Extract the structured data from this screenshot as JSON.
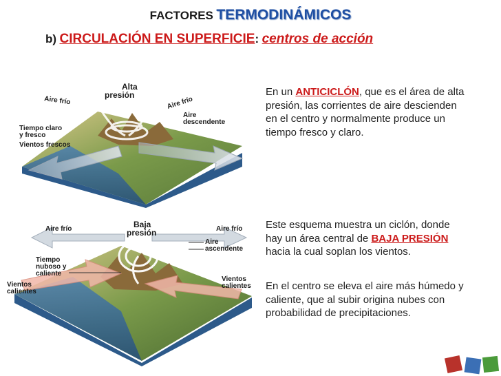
{
  "title": {
    "line1_prefix": "FACTORES",
    "line1_highlight": "TERMODINÁMICOS",
    "line2_prefix": "b)",
    "line2_main": "CIRCULACIÓN EN SUPERFICIE",
    "line2_colon": ":",
    "line2_sub": "centros de acción"
  },
  "anticyclone_text": {
    "pre": "En un ",
    "highlight": "ANTICICLÓN",
    "post": ", que es el área de alta presión, las corrientes de aire descienden en el centro y normalmente produce un tiempo fresco y claro."
  },
  "cyclone_text": {
    "pre": "Este esquema muestra un ciclón, donde hay un área central de ",
    "highlight": "BAJA PRESIÓN ",
    "post": "hacia la cual soplan los vientos."
  },
  "center_text": "En el centro se eleva el aire más húmedo y caliente, que al subir origina nubes con probabilidad de precipitaciones.",
  "diagram_top": {
    "aire_frio_left": "Aire frío",
    "alta_1": "Alta",
    "alta_2": "presión",
    "aire_frio_right": "Aire frío",
    "descend_1": "Aire",
    "descend_2": "descendente",
    "tiempo_1": "Tiempo claro",
    "tiempo_2": "y fresco",
    "vientos": "Vientos frescos"
  },
  "diagram_bottom": {
    "aire_frio_left": "Aire frío",
    "baja_1": "Baja",
    "baja_2": "presión",
    "aire_frio_right": "Aire frío",
    "asc_1": "Aire",
    "asc_2": "ascendente",
    "tiempo_1": "Tiempo",
    "tiempo_2": "nuboso y",
    "tiempo_3": "caliente",
    "vientos_l1": "Vientos",
    "vientos_l2": "calientes",
    "vientos_r1": "Vientos",
    "vientos_r2": "calientes"
  },
  "colors": {
    "title_blue": "#1f4fa3",
    "title_red": "#cc1a1a",
    "highlight_red": "#cc1a1a"
  }
}
